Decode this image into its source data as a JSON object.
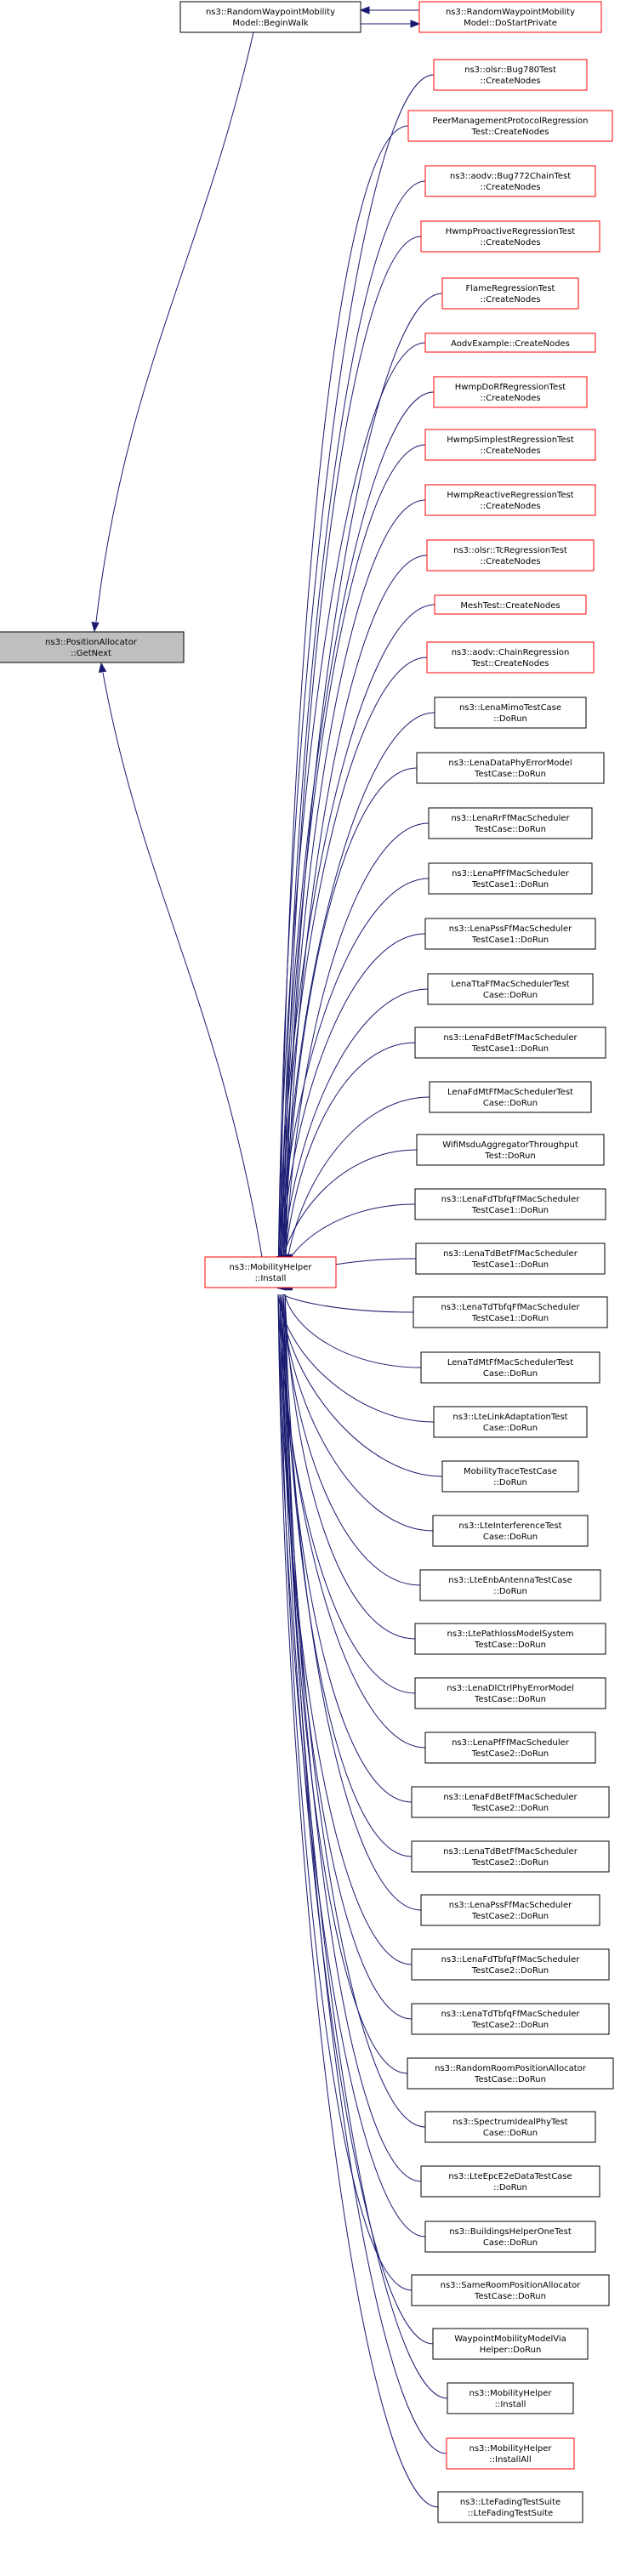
{
  "colors": {
    "edge": "#191970",
    "normal_border": "#000000",
    "red_border": "#ff0000",
    "focus_fill": "#bfbfbf",
    "node_fill": "#ffffff"
  },
  "nodes": {
    "getnext": {
      "lines": [
        "ns3::PositionAllocator",
        "::GetNext"
      ],
      "style": "focus"
    },
    "beginwalk": {
      "lines": [
        "ns3::RandomWaypointMobility",
        "Model::BeginWalk"
      ],
      "style": "normal"
    },
    "dostart": {
      "lines": [
        "ns3::RandomWaypointMobility",
        "Model::DoStartPrivate"
      ],
      "style": "red"
    },
    "install_main": {
      "lines": [
        "ns3::MobilityHelper",
        "::Install"
      ],
      "style": "red"
    },
    "callers": [
      {
        "lines": [
          "ns3::olsr::Bug780Test",
          "::CreateNodes"
        ],
        "style": "red"
      },
      {
        "lines": [
          "PeerManagementProtocolRegression",
          "Test::CreateNodes"
        ],
        "style": "red"
      },
      {
        "lines": [
          "ns3::aodv::Bug772ChainTest",
          "::CreateNodes"
        ],
        "style": "red"
      },
      {
        "lines": [
          "HwmpProactiveRegressionTest",
          "::CreateNodes"
        ],
        "style": "red"
      },
      {
        "lines": [
          "FlameRegressionTest",
          "::CreateNodes"
        ],
        "style": "red"
      },
      {
        "lines": [
          "AodvExample::CreateNodes"
        ],
        "style": "red"
      },
      {
        "lines": [
          "HwmpDoRfRegressionTest",
          "::CreateNodes"
        ],
        "style": "red"
      },
      {
        "lines": [
          "HwmpSimplestRegressionTest",
          "::CreateNodes"
        ],
        "style": "red"
      },
      {
        "lines": [
          "HwmpReactiveRegressionTest",
          "::CreateNodes"
        ],
        "style": "red"
      },
      {
        "lines": [
          "ns3::olsr::TcRegressionTest",
          "::CreateNodes"
        ],
        "style": "red"
      },
      {
        "lines": [
          "MeshTest::CreateNodes"
        ],
        "style": "red"
      },
      {
        "lines": [
          "ns3::aodv::ChainRegression",
          "Test::CreateNodes"
        ],
        "style": "red"
      },
      {
        "lines": [
          "ns3::LenaMimoTestCase",
          "::DoRun"
        ],
        "style": "normal"
      },
      {
        "lines": [
          "ns3::LenaDataPhyErrorModel",
          "TestCase::DoRun"
        ],
        "style": "normal"
      },
      {
        "lines": [
          "ns3::LenaRrFfMacScheduler",
          "TestCase::DoRun"
        ],
        "style": "normal"
      },
      {
        "lines": [
          "ns3::LenaPfFfMacScheduler",
          "TestCase1::DoRun"
        ],
        "style": "normal"
      },
      {
        "lines": [
          "ns3::LenaPssFfMacScheduler",
          "TestCase1::DoRun"
        ],
        "style": "normal"
      },
      {
        "lines": [
          "LenaTtaFfMacSchedulerTest",
          "Case::DoRun"
        ],
        "style": "normal"
      },
      {
        "lines": [
          "ns3::LenaFdBetFfMacScheduler",
          "TestCase1::DoRun"
        ],
        "style": "normal"
      },
      {
        "lines": [
          "LenaFdMtFfMacSchedulerTest",
          "Case::DoRun"
        ],
        "style": "normal"
      },
      {
        "lines": [
          "WifiMsduAggregatorThroughput",
          "Test::DoRun"
        ],
        "style": "normal"
      },
      {
        "lines": [
          "ns3::LenaFdTbfqFfMacScheduler",
          "TestCase1::DoRun"
        ],
        "style": "normal"
      },
      {
        "lines": [
          "ns3::LenaTdBetFfMacScheduler",
          "TestCase1::DoRun"
        ],
        "style": "normal"
      },
      {
        "lines": [
          "ns3::LenaTdTbfqFfMacScheduler",
          "TestCase1::DoRun"
        ],
        "style": "normal"
      },
      {
        "lines": [
          "LenaTdMtFfMacSchedulerTest",
          "Case::DoRun"
        ],
        "style": "normal"
      },
      {
        "lines": [
          "ns3::LteLinkAdaptationTest",
          "Case::DoRun"
        ],
        "style": "normal"
      },
      {
        "lines": [
          "MobilityTraceTestCase",
          "::DoRun"
        ],
        "style": "normal"
      },
      {
        "lines": [
          "ns3::LteInterferenceTest",
          "Case::DoRun"
        ],
        "style": "normal"
      },
      {
        "lines": [
          "ns3::LteEnbAntennaTestCase",
          "::DoRun"
        ],
        "style": "normal"
      },
      {
        "lines": [
          "ns3::LtePathlossModelSystem",
          "TestCase::DoRun"
        ],
        "style": "normal"
      },
      {
        "lines": [
          "ns3::LenaDlCtrlPhyErrorModel",
          "TestCase::DoRun"
        ],
        "style": "normal"
      },
      {
        "lines": [
          "ns3::LenaPfFfMacScheduler",
          "TestCase2::DoRun"
        ],
        "style": "normal"
      },
      {
        "lines": [
          "ns3::LenaFdBetFfMacScheduler",
          "TestCase2::DoRun"
        ],
        "style": "normal"
      },
      {
        "lines": [
          "ns3::LenaTdBetFfMacScheduler",
          "TestCase2::DoRun"
        ],
        "style": "normal"
      },
      {
        "lines": [
          "ns3::LenaPssFfMacScheduler",
          "TestCase2::DoRun"
        ],
        "style": "normal"
      },
      {
        "lines": [
          "ns3::LenaFdTbfqFfMacScheduler",
          "TestCase2::DoRun"
        ],
        "style": "normal"
      },
      {
        "lines": [
          "ns3::LenaTdTbfqFfMacScheduler",
          "TestCase2::DoRun"
        ],
        "style": "normal"
      },
      {
        "lines": [
          "ns3::RandomRoomPositionAllocator",
          "TestCase::DoRun"
        ],
        "style": "normal"
      },
      {
        "lines": [
          "ns3::SpectrumIdealPhyTest",
          "Case::DoRun"
        ],
        "style": "normal"
      },
      {
        "lines": [
          "ns3::LteEpcE2eDataTestCase",
          "::DoRun"
        ],
        "style": "normal"
      },
      {
        "lines": [
          "ns3::BuildingsHelperOneTest",
          "Case::DoRun"
        ],
        "style": "normal"
      },
      {
        "lines": [
          "ns3::SameRoomPositionAllocator",
          "TestCase::DoRun"
        ],
        "style": "normal"
      },
      {
        "lines": [
          "WaypointMobilityModelVia",
          "Helper::DoRun"
        ],
        "style": "normal"
      },
      {
        "lines": [
          "ns3::MobilityHelper",
          "::Install"
        ],
        "style": "normal"
      },
      {
        "lines": [
          "ns3::MobilityHelper",
          "::InstallAll"
        ],
        "style": "red"
      },
      {
        "lines": [
          "ns3::LteFadingTestSuite",
          "::LteFadingTestSuite"
        ],
        "style": "normal"
      }
    ]
  }
}
